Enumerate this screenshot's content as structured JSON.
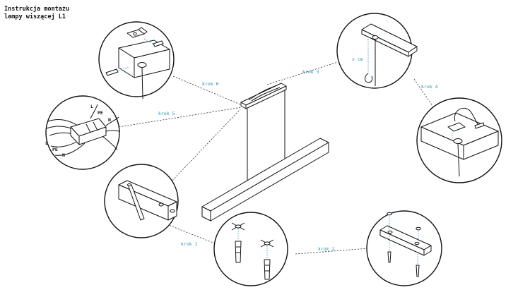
{
  "title": {
    "line1": "Instrukcja montażu",
    "line2": "lampy wiszącej L1"
  },
  "steps": {
    "step1": "krok 1",
    "step2": "krok 2",
    "step3": "krok 3",
    "step4": "krok 4",
    "step5": "krok 5",
    "step6": "krok 6"
  },
  "wire_labels": {
    "l_top": "L",
    "pe_top": "PE",
    "n_top": "N",
    "l_bottom": "L",
    "pe_bottom": "PE",
    "n_bottom": "N"
  },
  "measure_label": "x cm",
  "colors": {
    "accent": "#2a8fb8",
    "ink": "#111111"
  }
}
